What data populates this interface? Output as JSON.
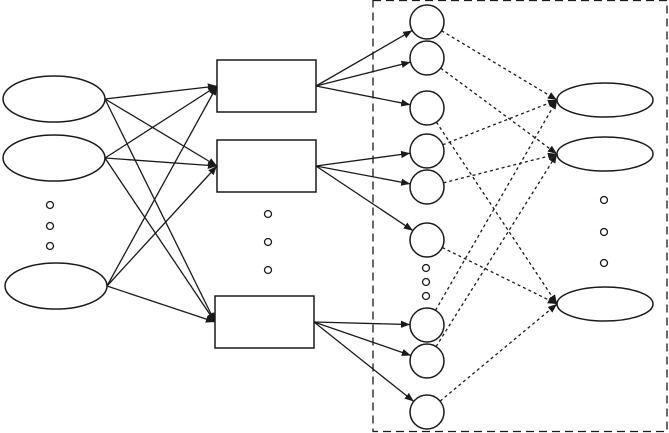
{
  "diagram": {
    "colors": {
      "stroke": "#1a1a1a",
      "background": "#ffffff"
    },
    "left_nodes": 3,
    "middle_nodes": 3,
    "circle_nodes": 9,
    "right_nodes": 3,
    "solid_edges": [
      [
        0,
        0
      ],
      [
        0,
        1
      ],
      [
        0,
        2
      ],
      [
        1,
        0
      ],
      [
        1,
        1
      ],
      [
        1,
        2
      ],
      [
        2,
        0
      ],
      [
        2,
        1
      ],
      [
        2,
        2
      ]
    ],
    "rect_to_circle": [
      [
        0,
        0
      ],
      [
        0,
        1
      ],
      [
        0,
        2
      ],
      [
        1,
        3
      ],
      [
        1,
        4
      ],
      [
        1,
        5
      ],
      [
        2,
        6
      ],
      [
        2,
        7
      ],
      [
        2,
        8
      ]
    ],
    "dashed_edges": [
      [
        0,
        0
      ],
      [
        1,
        1
      ],
      [
        2,
        2
      ],
      [
        3,
        0
      ],
      [
        4,
        1
      ],
      [
        5,
        2
      ],
      [
        6,
        0
      ],
      [
        7,
        1
      ],
      [
        8,
        2
      ]
    ]
  }
}
